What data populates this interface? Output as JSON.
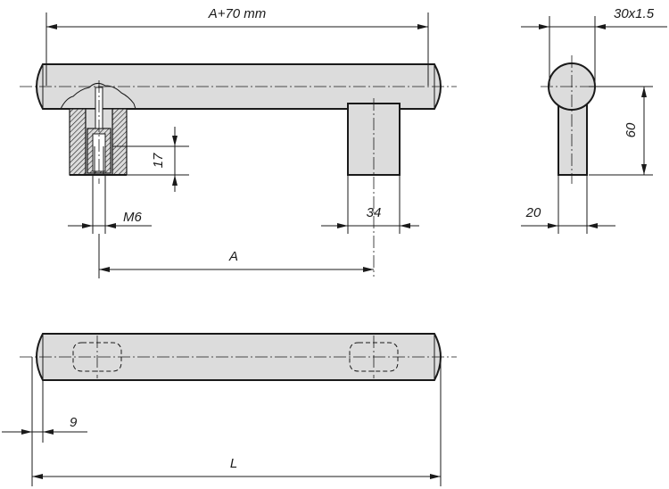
{
  "drawing": {
    "dimensions": {
      "overall_length_label": "A+70 mm",
      "tube_label": "30x1.5",
      "height_label": "60",
      "width_label": "20",
      "thread_depth_label": "17",
      "thread_label": "M6",
      "foot_width_label": "34",
      "hole_spacing_label": "A",
      "end_offset_label": "9",
      "total_length_label": "L"
    }
  }
}
